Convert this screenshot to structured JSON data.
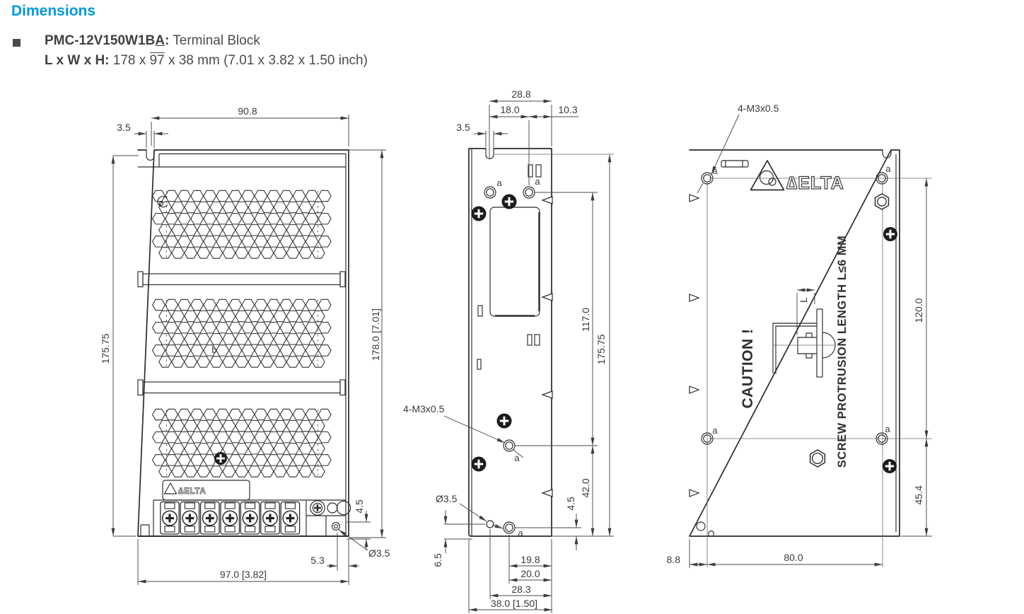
{
  "header": {
    "title": "Dimensions",
    "model": {
      "prefix": "PMC-12V150W1B",
      "underlined": "A",
      "colon": ":",
      "type": " Terminal Block"
    },
    "size": {
      "label": "L x W x H:",
      "pre": " 178 x ",
      "over": "97",
      "post": " x 38 mm (7.01 x 3.82 x 1.50 inch)"
    }
  },
  "brand": {
    "logo_text": "∆ELTA"
  },
  "labels": {
    "a": "a",
    "b": "b"
  },
  "front": {
    "top_width": "90.8",
    "notch": "3.5",
    "height_left": "175.75",
    "height_right": "178.0 [7.01]",
    "corner_height": "4.5",
    "hole_dia": "Ø3.5",
    "hole_offset": "5.3",
    "bottom_width": "97.0 [3.82]"
  },
  "side": {
    "top_total": "28.8",
    "top_left": "18.0",
    "top_right": "10.3",
    "notch": "3.5",
    "thread": "4-M3x0.5",
    "hole_dia": "Ø3.5",
    "foot": "6.5",
    "bottom_1": "19.8",
    "bottom_2": "20.0",
    "bottom_3": "28.3",
    "bottom_total": "38.0 [1.50]",
    "corner_height": "4.5",
    "lower_span": "42.0",
    "hole_span": "117.0",
    "height": "175.75"
  },
  "back": {
    "thread": "4-M3x0.5",
    "caution": "CAUTION !",
    "protrusion": "SCREW PROTRUSION LENGTH  L≤6 MM",
    "l_label": "L",
    "hole_span_v": "120.0",
    "lower_v": "45.4",
    "left_offset": "8.8",
    "hole_span_h": "80.0"
  }
}
